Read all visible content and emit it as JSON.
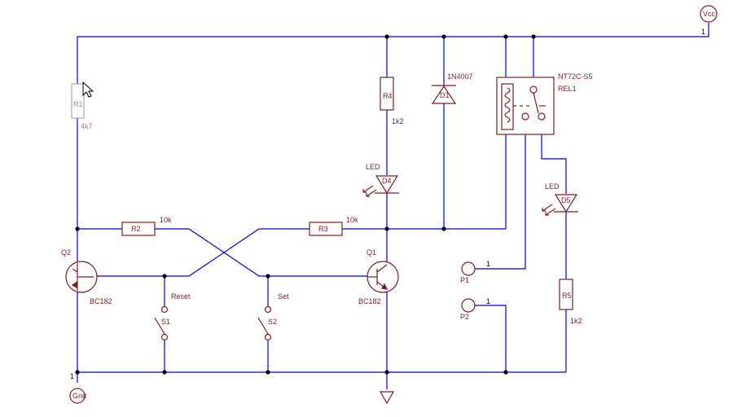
{
  "colors": {
    "wire": "#0000cc",
    "component": "#7a1f1f",
    "junction": "#000000",
    "inactive_component": "#b0a8a8"
  },
  "components": {
    "r1": {
      "ref": "R1",
      "value": "4k7"
    },
    "r2": {
      "ref": "R2",
      "value": "10k"
    },
    "r3": {
      "ref": "R3",
      "value": "10k"
    },
    "r4": {
      "ref": "R4",
      "value": "1k2"
    },
    "r5": {
      "ref": "R5",
      "value": "1k2"
    },
    "d1": {
      "ref": "D1",
      "value": "1N4007"
    },
    "d4": {
      "ref": "D4",
      "value": "LED"
    },
    "d5": {
      "ref": "D5",
      "value": "LED"
    },
    "q1": {
      "ref": "Q1",
      "value": "BC182"
    },
    "q2": {
      "ref": "Q2",
      "value": "BC182"
    },
    "s1": {
      "ref": "S1",
      "value": "Reset"
    },
    "s2": {
      "ref": "S2",
      "value": "Set"
    },
    "rel1": {
      "ref": "REL1",
      "value": "NT72C-S5"
    },
    "p1": {
      "ref": "P1",
      "pin": "1"
    },
    "p2": {
      "ref": "P2",
      "pin": "1"
    },
    "vcc": {
      "ref": "Vcc",
      "pin": "1"
    },
    "gnd": {
      "ref": "Gnd",
      "pin": "1"
    }
  },
  "icons": {
    "cursor": "mouse-pointer-icon",
    "ground": "ground-symbol-icon"
  }
}
